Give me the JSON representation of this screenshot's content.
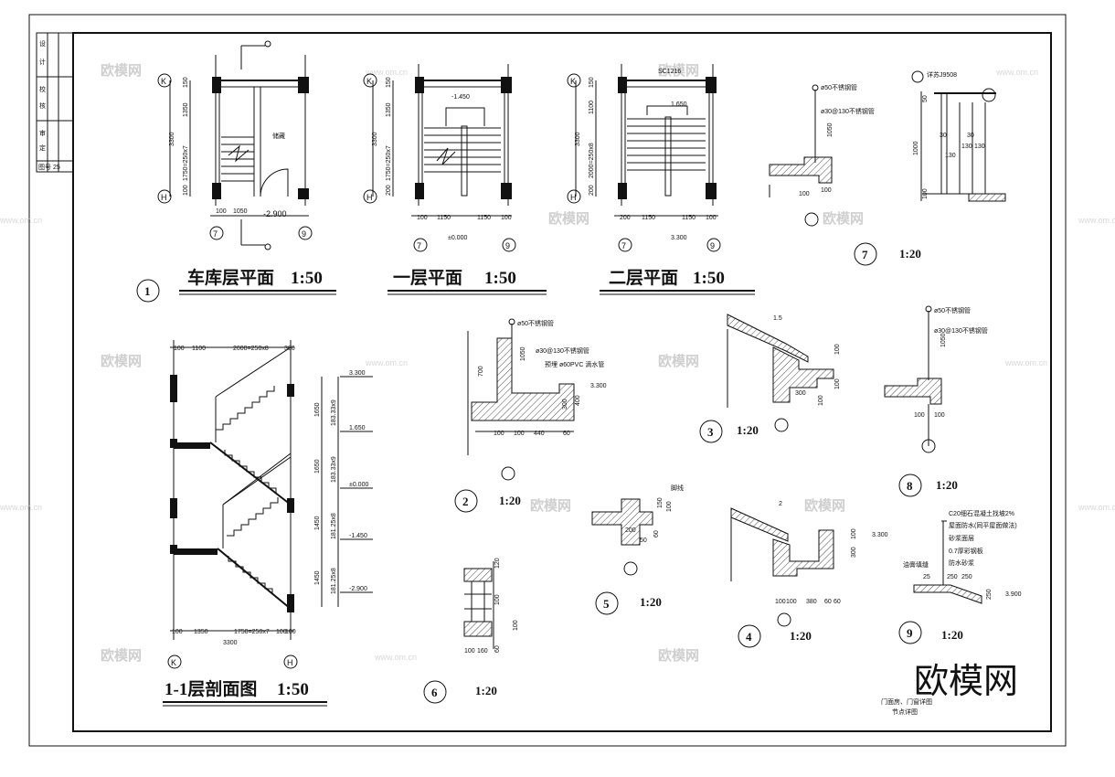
{
  "titles": {
    "garage_plan": "车库层平面",
    "first_plan": "一层平面",
    "second_plan": "二层平面",
    "section": "1-1层剖面图",
    "scale_50": "1:50",
    "scale_20": "1:20"
  },
  "axes": {
    "k": "K",
    "h": "H",
    "n7": "7",
    "n9": "9"
  },
  "garage": {
    "dims_v": [
      "150",
      "1350",
      "3300",
      "1750=250x7",
      "100",
      "100"
    ],
    "dims_h": [
      "100",
      "1050"
    ],
    "level": "-2.900",
    "room": "储藏"
  },
  "first": {
    "dims_v": [
      "150",
      "1350",
      "3300",
      "1750=250x7",
      "200"
    ],
    "dims_h": [
      "100",
      "1150",
      "1150",
      "100"
    ],
    "level_top": "-1.450",
    "level_bottom": "±0.000"
  },
  "second": {
    "window": "SC1216",
    "dims_v": [
      "150",
      "1100",
      "3300",
      "2000=250x8",
      "200"
    ],
    "dims_h": [
      "200",
      "1150",
      "1150",
      "100"
    ],
    "level_top": "1.650",
    "level_bottom": "3.300"
  },
  "section": {
    "top_dims": [
      "100",
      "1100",
      "2000=250x8",
      "300"
    ],
    "bottom_dims": [
      "100",
      "1350",
      "1750=250x7",
      "100",
      "100"
    ],
    "total": "3300",
    "vert_dims": [
      "1650",
      "183.33x9",
      "1650",
      "183.33x9",
      "1450",
      "181.25x8",
      "1450",
      "181.25x8"
    ],
    "levels": [
      "3.300",
      "1.650",
      "±0.000",
      "-1.450",
      "-2.900"
    ]
  },
  "details": {
    "pipe50": "ø50不锈钢管",
    "pipe30": "ø30@130不锈钢管",
    "pvc": "预埋 ø60PVC 滴水管",
    "spec": "详苏J9508",
    "d2_dims": [
      "700",
      "1050",
      "300",
      "400",
      "100",
      "100",
      "440",
      "60",
      "3.300"
    ],
    "d3_dims": [
      "1.5",
      "100",
      "300",
      "100",
      "100"
    ],
    "d4_dims": [
      "2",
      "100",
      "100",
      "380",
      "60",
      "60",
      "300",
      "100",
      "3.300"
    ],
    "d5_dims": [
      "150",
      "100",
      "200",
      "60",
      "50"
    ],
    "d5_label": "脚线",
    "d6_dims": [
      "120",
      "100",
      "100",
      "100",
      "160",
      "60"
    ],
    "d7_dims": [
      "1050",
      "100",
      "100"
    ],
    "d7b_dims": [
      "50",
      "1000",
      "30",
      "30",
      "130",
      "130",
      "130",
      "100"
    ],
    "d8_dims": [
      "1050",
      "100",
      "100"
    ],
    "d9_layers": [
      "C20细石混凝土找坡2%",
      "屋面防水(同平屋面做法)",
      "砂浆面层",
      "0.7厚彩钢板",
      "防水砂浆"
    ],
    "d9_label": "油膏填缝",
    "d9_dims": [
      "25",
      "250",
      "250",
      "250",
      "3.900"
    ],
    "nums": [
      "2",
      "3",
      "4",
      "5",
      "6",
      "7",
      "8",
      "9",
      "1"
    ]
  },
  "title_block": {
    "name1": "门面房、门窗详图",
    "name2": "节点详图",
    "cells": [
      "设",
      "计",
      "校",
      "核",
      "审",
      "定",
      "图号 25"
    ]
  },
  "watermark": {
    "brand": "欧模网",
    "url": "www.om.cn"
  }
}
